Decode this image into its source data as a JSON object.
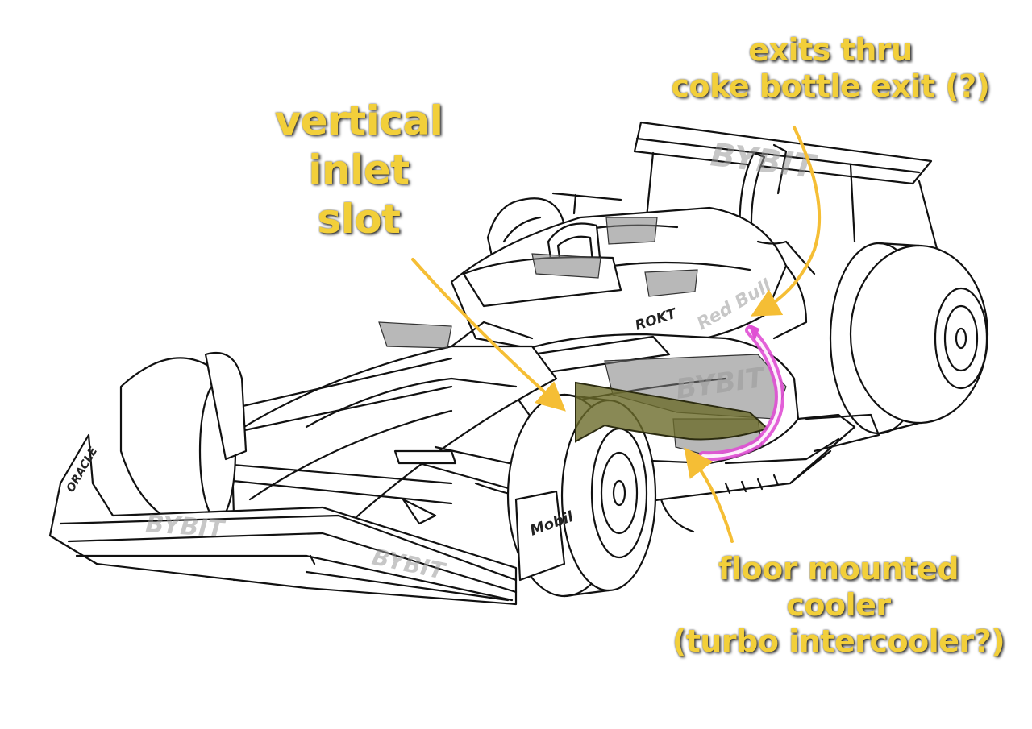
{
  "colors": {
    "callout_text": "#f2cf3a",
    "arrow": "#f5be35",
    "cooler_fill": "#6b6b2a",
    "exit_duct": "#e04fd4",
    "shaded_component": "#7d7d7d",
    "line": "#111111"
  },
  "callouts": {
    "inlet": {
      "lines": [
        "vertical",
        "inlet",
        "slot"
      ]
    },
    "exit": {
      "lines": [
        "exits thru",
        "coke bottle exit (?)"
      ]
    },
    "cooler": {
      "lines": [
        "floor mounted",
        "cooler",
        "(turbo intercooler?)"
      ]
    }
  },
  "livery": {
    "sponsor_bybit": "BYBIT",
    "sponsor_mobil": "Mobil",
    "sponsor_rokt": "ROKT",
    "sponsor_redbull": "Red Bull",
    "sponsor_oracle": "ORACLE"
  }
}
